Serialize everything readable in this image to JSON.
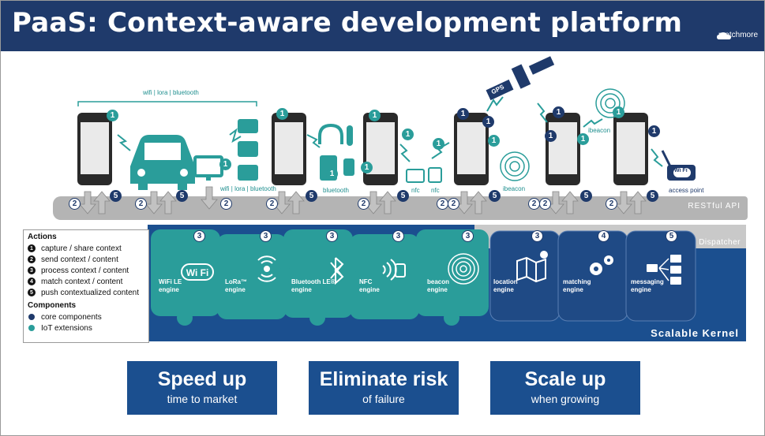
{
  "title": "PaaS: Context-aware development platform",
  "logo_text": "matchmore",
  "top_labels": {
    "wifi_lora_bluetooth_top": "wifi | lora | bluetooth",
    "wifi_lora_bluetooth_mid": "wifi | lora | bluetooth",
    "bluetooth": "bluetooth",
    "nfc1": "nfc",
    "nfc2": "nfc",
    "gps": "GPS",
    "ibeacon1": "ibeacon",
    "ibeacon2": "ibeacon",
    "access_point": "access point",
    "wifi_badge": "Wi Fi"
  },
  "layers": {
    "rest_api": "RESTful API",
    "dispatcher": "Dispatcher",
    "kernel": "Scalable Kernel"
  },
  "engines": [
    {
      "name": "WiFi LE\nengine",
      "line1": "WiFi LE",
      "line2": "engine",
      "step": "3",
      "kind": "iot"
    },
    {
      "name": "LoRa\nengine",
      "line1": "LoRa™",
      "line2": "engine",
      "step": "3",
      "kind": "iot"
    },
    {
      "name": "Bluetooth LE",
      "line1": "Bluetooth LE®",
      "line2": "engine",
      "step": "3",
      "kind": "iot"
    },
    {
      "name": "NFC",
      "line1": "NFC",
      "line2": "engine",
      "step": "3",
      "kind": "iot"
    },
    {
      "name": "beacon",
      "line1": "beacon",
      "line2": "engine",
      "step": "3",
      "kind": "iot"
    },
    {
      "name": "location",
      "line1": "location",
      "line2": "engine",
      "step": "3",
      "kind": "core"
    },
    {
      "name": "matching",
      "line1": "matching",
      "line2": "engine",
      "step": "4",
      "kind": "core"
    },
    {
      "name": "messaging",
      "line1": "messaging",
      "line2": "engine",
      "step": "5",
      "kind": "core"
    }
  ],
  "step_badges": {
    "one": "1",
    "two": "2",
    "five": "5"
  },
  "legend": {
    "actions_title": "Actions",
    "actions": [
      {
        "num": "1",
        "text": "capture / share context"
      },
      {
        "num": "2",
        "text": "send context / content"
      },
      {
        "num": "3",
        "text": "process context / content"
      },
      {
        "num": "4",
        "text": "match context / content"
      },
      {
        "num": "5",
        "text": "push contextualized content"
      }
    ],
    "components_title": "Components",
    "components": [
      {
        "text": "core components",
        "color": "#1f3a6b"
      },
      {
        "text": "IoT extensions",
        "color": "#2a9d9a"
      }
    ]
  },
  "buttons": [
    {
      "big": "Speed up",
      "small": "time to market"
    },
    {
      "big": "Eliminate risk",
      "small": "of failure"
    },
    {
      "big": "Scale up",
      "small": "when growing"
    }
  ],
  "colors": {
    "navy": "#1f3a6b",
    "teal": "#2a9d9a",
    "kernel_blue": "#1b4f8f",
    "rest_gray": "#b4b4b4"
  }
}
